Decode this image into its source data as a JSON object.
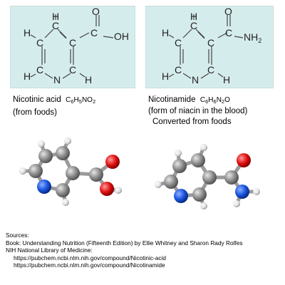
{
  "colors": {
    "panel_bg": "#d5ecec",
    "carbon": "#8c8c8c",
    "hydrogen": "#eeeeee",
    "nitrogen": "#1a55e0",
    "oxygen": "#e01010"
  },
  "left": {
    "atoms": {
      "H": "H",
      "C": "C",
      "N": "N",
      "O": "O",
      "OH": "OH"
    },
    "name": "Nicotinic acid",
    "formula": [
      {
        "t": "C"
      },
      {
        "s": "6"
      },
      {
        "t": "H"
      },
      {
        "s": "5"
      },
      {
        "t": "NO"
      },
      {
        "s": "2"
      }
    ],
    "note1": "(from foods)"
  },
  "right": {
    "atoms": {
      "H": "H",
      "C": "C",
      "N": "N",
      "O": "O",
      "NH": "NH",
      "sub2": "2"
    },
    "name": "Nicotinamide",
    "formula": [
      {
        "t": "C"
      },
      {
        "s": "6"
      },
      {
        "t": "H"
      },
      {
        "s": "6"
      },
      {
        "t": "N"
      },
      {
        "s": "2"
      },
      {
        "t": "O"
      }
    ],
    "note1": "(form of niacin in the blood)",
    "note2": "Converted from foods"
  },
  "sources": {
    "heading": "Sources:",
    "book": "Book: Understanding Nutrition (Fifteenth Edition) by Ellie Whitney and Sharon Rady Rolfes",
    "nih": "NIH National Library of Medicine:",
    "url1": "https://pubchem.ncbi.nlm.nih.gov/compound/Nicotinic-acid",
    "url2": "https://pubchem.ncbi.nlm.nih.gov/compound/Nicotinamide"
  }
}
